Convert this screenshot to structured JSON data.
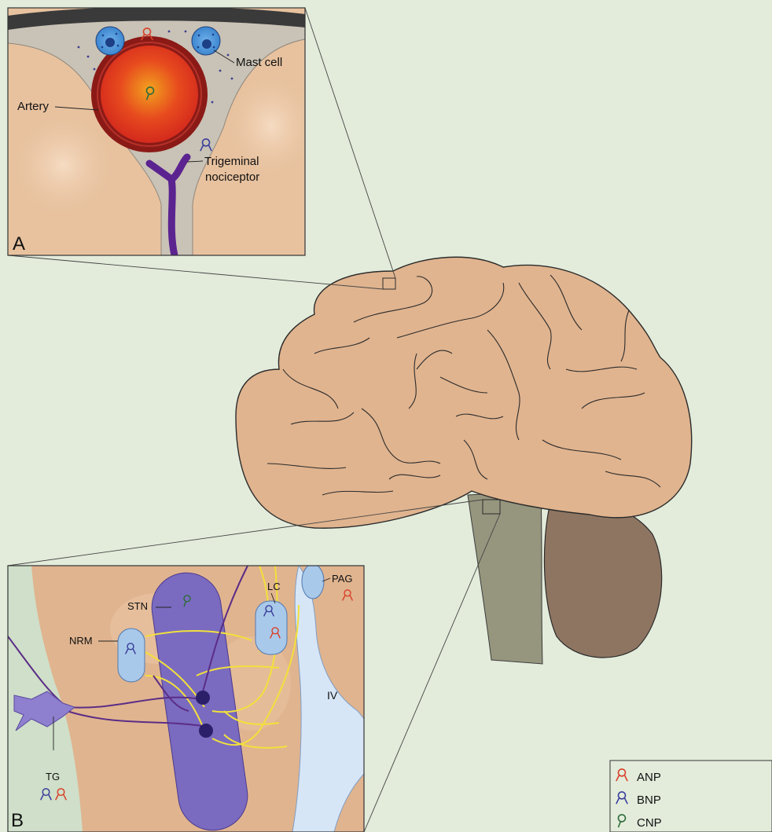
{
  "panel_a": {
    "letter": "A",
    "labels": {
      "artery": "Artery",
      "mast_cell": "Mast cell",
      "nociceptor_line1": "Trigeminal",
      "nociceptor_line2": "nociceptor"
    }
  },
  "panel_b": {
    "letter": "B",
    "labels": {
      "stn": "STN",
      "lc": "LC",
      "pag": "PAG",
      "nrm": "NRM",
      "iv": "IV",
      "tg": "TG"
    }
  },
  "legend": {
    "items": [
      {
        "label": "ANP",
        "color": "#d8412a"
      },
      {
        "label": "BNP",
        "color": "#3a3f9a"
      },
      {
        "label": "CNP",
        "color": "#2e6b3a"
      }
    ]
  },
  "colors": {
    "background": "#e3ecdb",
    "brain": "#e0b48f",
    "brainstem": "#96967f",
    "cerebellum": "#8e7562",
    "tissue": "#e8c29f",
    "meninges": "#c9c2b6",
    "yellow_fibers": "#f2e03c",
    "purple_fibers": "#5b2d86",
    "nucleus_blue": "#a9c9ea",
    "ventricle": "#d7e6f7"
  }
}
